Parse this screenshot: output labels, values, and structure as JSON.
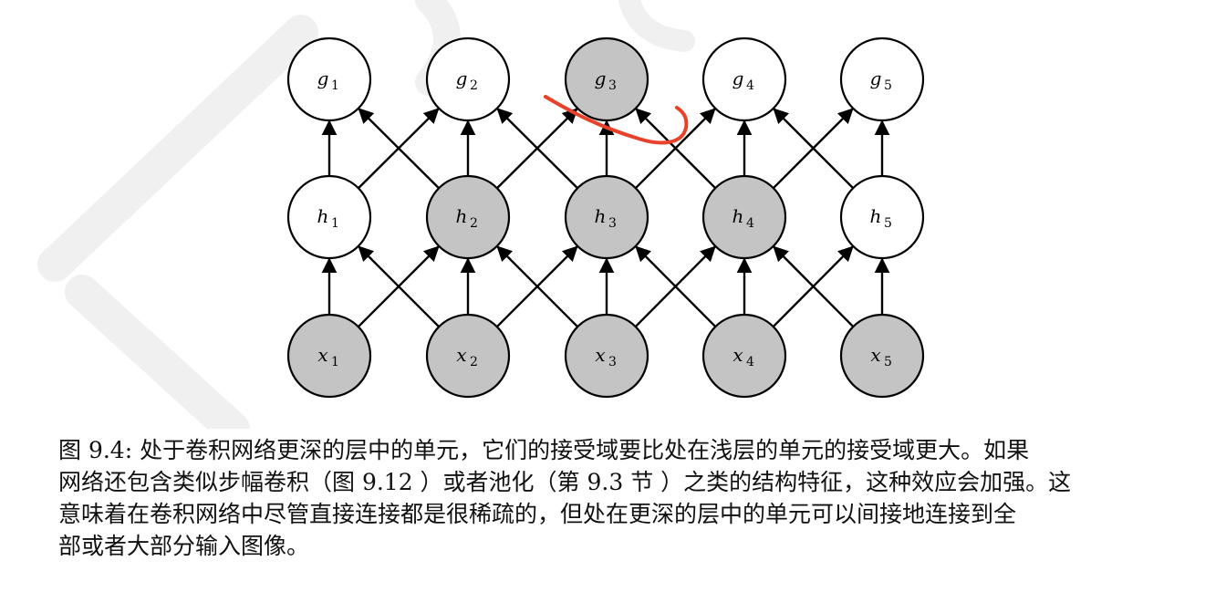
{
  "diagram": {
    "layers": [
      {
        "name": "g",
        "nodes": [
          {
            "label": "g",
            "sub": "1",
            "shaded": false
          },
          {
            "label": "g",
            "sub": "2",
            "shaded": false
          },
          {
            "label": "g",
            "sub": "3",
            "shaded": true
          },
          {
            "label": "g",
            "sub": "4",
            "shaded": false
          },
          {
            "label": "g",
            "sub": "5",
            "shaded": false
          }
        ]
      },
      {
        "name": "h",
        "nodes": [
          {
            "label": "h",
            "sub": "1",
            "shaded": false
          },
          {
            "label": "h",
            "sub": "2",
            "shaded": true
          },
          {
            "label": "h",
            "sub": "3",
            "shaded": true
          },
          {
            "label": "h",
            "sub": "4",
            "shaded": true
          },
          {
            "label": "h",
            "sub": "5",
            "shaded": false
          }
        ]
      },
      {
        "name": "x",
        "nodes": [
          {
            "label": "x",
            "sub": "1",
            "shaded": true
          },
          {
            "label": "x",
            "sub": "2",
            "shaded": true
          },
          {
            "label": "x",
            "sub": "3",
            "shaded": true
          },
          {
            "label": "x",
            "sub": "4",
            "shaded": true
          },
          {
            "label": "x",
            "sub": "5",
            "shaded": true
          }
        ]
      }
    ],
    "edge_pattern": "each lower-layer node connects upward to the node directly above and its left/right neighbours",
    "colors": {
      "shaded": "#c4c4c4",
      "unshaded": "#ffffff",
      "edge": "#000000",
      "annotation": "#e8432a",
      "watermark": "#eeeeee"
    }
  },
  "caption": {
    "lines": [
      "图 9.4: 处于卷积网络更深的层中的单元，它们的接受域要比处在浅层的单元的接受域更大。如果",
      "网络还包含类似步幅卷积（图 9.12 ）或者池化（第 9.3 节 ）之类的结构特征，这种效应会加强。这",
      "意味着在卷积网络中尽管直接连接都是很稀疏的，但处在更深的层中的单元可以间接地连接到全",
      "部或者大部分输入图像。"
    ]
  }
}
